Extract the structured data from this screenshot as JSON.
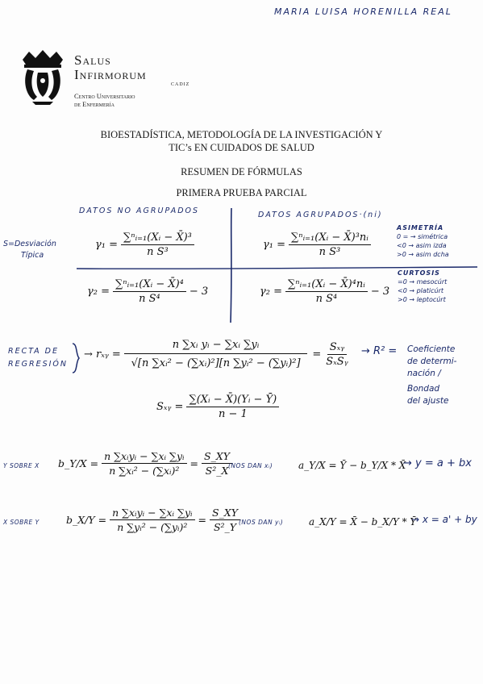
{
  "author_name": "MARIA LUISA HORENILLA REAL",
  "logo": {
    "line1": "Salus",
    "line2": "Infirmorum",
    "city": "CADIZ",
    "sub1": "Centro Universitario",
    "sub2": "de Enfermería"
  },
  "header": {
    "title_line1": "BIOESTADÍSTICA,  METODOLOGÍA DE LA INVESTIGACIÓN  Y",
    "title_line2": "TIC’s EN CUIDADOS DE SALUD",
    "subtitle": "RESUMEN DE FÓRMULAS",
    "exam": "PRIMERA PRUEBA PARCIAL"
  },
  "table": {
    "col_left_title": "DATOS   NO  AGRUPADOS",
    "col_right_title": "DATOS   AGRUPADOS·(ni)",
    "side_label_line1": "S=Desviación",
    "side_label_line2": "Típica",
    "g1_left_num": "∑ⁿᵢ₌₁(Xᵢ − X̄)³",
    "g1_left_den": "n S³",
    "g1_right_num": "∑ⁿᵢ₌₁(Xᵢ − X̄)³nᵢ",
    "g1_right_den": "n S³",
    "g1_label": "γ₁ =",
    "g2_left_num": "∑ⁿᵢ₌₁(Xᵢ − X̄)⁴",
    "g2_left_den": "n S⁴",
    "g2_right_num": "∑ⁿᵢ₌₁(Xᵢ − X̄)⁴nᵢ",
    "g2_right_den": "n S⁴",
    "g2_label": "γ₂ =",
    "minus3": "− 3",
    "asym_title": "ASIMETRÍA",
    "asym_1": "0 = → simétrica",
    "asym_2": "<0 → asim izda",
    "asym_3": ">0 → asim dcha",
    "kurt_title": "CURTOSIS",
    "kurt_1": "=0 → mesocúrt",
    "kurt_2": "<0 → platicúrt",
    "kurt_3": ">0 → leptocúrt"
  },
  "regression": {
    "label_line1": "RECTA  DE",
    "label_line2": "REGRESIÓN",
    "rxy": "→ rₓᵧ =",
    "rxy_num": "n ∑xᵢ yᵢ − ∑xᵢ ∑yᵢ",
    "rxy_den": "√[n ∑xᵢ² − (∑xᵢ)²][n ∑yᵢ² − (∑yᵢ)²]",
    "eq": "=",
    "sxy_frac_num": "Sₓᵧ",
    "sxy_frac_den": "SₓSᵧ",
    "r2": "→ R² =",
    "note_line1": "Coeficiente",
    "note_line2": "de determi-",
    "note_line3": "nación /",
    "note_line4": "Bondad",
    "note_line5": "del ajuste",
    "sxy_label": "Sₓᵧ =",
    "sxy_num": "∑(Xᵢ − X̄)(Yᵢ − Ȳ)",
    "sxy_den": "n − 1"
  },
  "y_on_x": {
    "label": "Y SOBRE X",
    "b_label": "b_Y/X =",
    "b_num": "n ∑xᵢyᵢ − ∑xᵢ ∑yᵢ",
    "b_den": "n ∑xᵢ² − (∑xᵢ)²",
    "eq": "=",
    "s_num": "S_XY",
    "s_den": "S²_X",
    "note": "(NOS DAN xᵢ)",
    "a_formula": "a_Y/X = Ȳ − b_Y/X * X̄",
    "arrow_eq": "→ y = a + bx"
  },
  "x_on_y": {
    "label": "X SOBRE Y",
    "b_label": "b_X/Y =",
    "b_num": "n ∑xᵢyᵢ − ∑xᵢ ∑yᵢ",
    "b_den": "n ∑yᵢ² − (∑yᵢ)²",
    "eq": "=",
    "s_num": "S_XY",
    "s_den": "S²_Y",
    "note": "(NOS DAN yᵢ)",
    "a_formula": "a_X/Y = X̄ − b_X/Y * Ȳ",
    "arrow_eq": "→ x = a' + by"
  }
}
